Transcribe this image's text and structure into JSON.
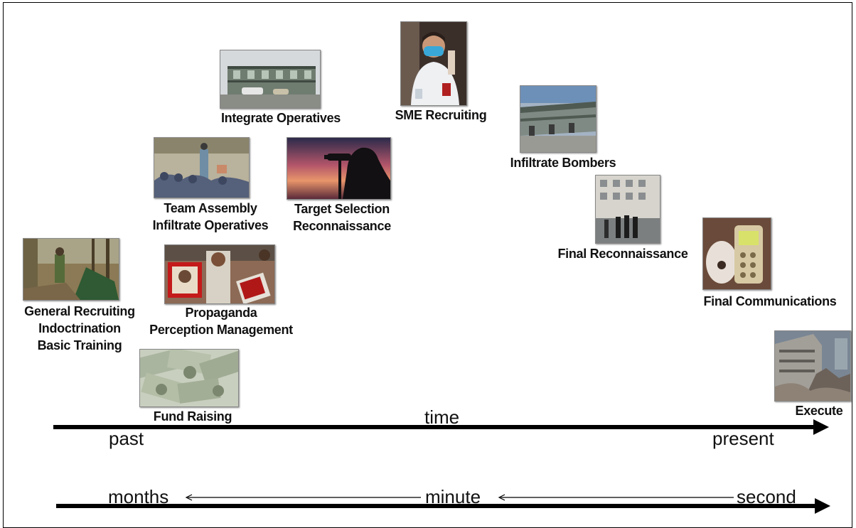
{
  "stages": [
    {
      "id": "general-recruiting",
      "lines": [
        "General Recruiting",
        "Indoctrination",
        "Basic Training"
      ],
      "photo": "camp-training-photo"
    },
    {
      "id": "fund-raising",
      "lines": [
        "Fund Raising"
      ],
      "photo": "money-photo"
    },
    {
      "id": "propaganda",
      "lines": [
        "Propaganda",
        "Perception Management"
      ],
      "photo": "protest-photo"
    },
    {
      "id": "team-assembly",
      "lines": [
        "Team Assembly",
        "Infiltrate Operatives"
      ],
      "photo": "group-photo"
    },
    {
      "id": "integrate-operatives",
      "lines": [
        "Integrate Operatives"
      ],
      "photo": "motel-photo"
    },
    {
      "id": "target-selection",
      "lines": [
        "Target Selection",
        "Reconnaissance"
      ],
      "photo": "binoculars-silhouette-photo"
    },
    {
      "id": "sme-recruiting",
      "lines": [
        "SME Recruiting"
      ],
      "photo": "lab-worker-photo"
    },
    {
      "id": "infiltrate-bombers",
      "lines": [
        "Infiltrate Bombers"
      ],
      "photo": "building-photo"
    },
    {
      "id": "final-reconnaissance",
      "lines": [
        "Final Reconnaissance"
      ],
      "photo": "street-photo"
    },
    {
      "id": "final-communications",
      "lines": [
        "Final Communications"
      ],
      "photo": "phone-photo"
    },
    {
      "id": "execute",
      "lines": [
        "Execute"
      ],
      "photo": "destroyed-building-photo"
    }
  ],
  "timeline": {
    "label": "time",
    "start": "past",
    "end": "present"
  },
  "scale": {
    "left": "months",
    "middle": "minute",
    "right": "second"
  }
}
